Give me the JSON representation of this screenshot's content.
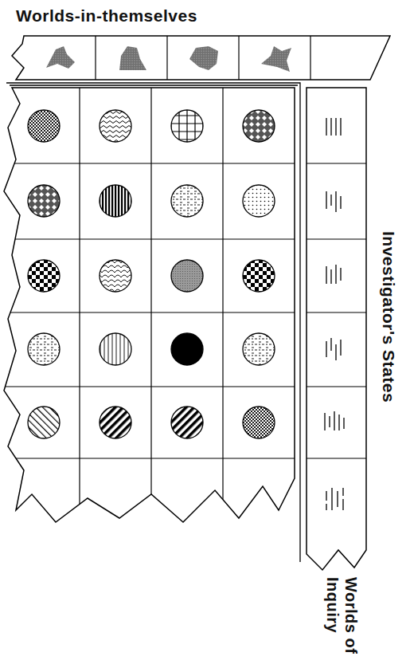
{
  "diagram": {
    "labels": [
      "Worlds-in-themselves",
      "Investigator's States",
      "Worlds of Inquiry"
    ]
  }
}
